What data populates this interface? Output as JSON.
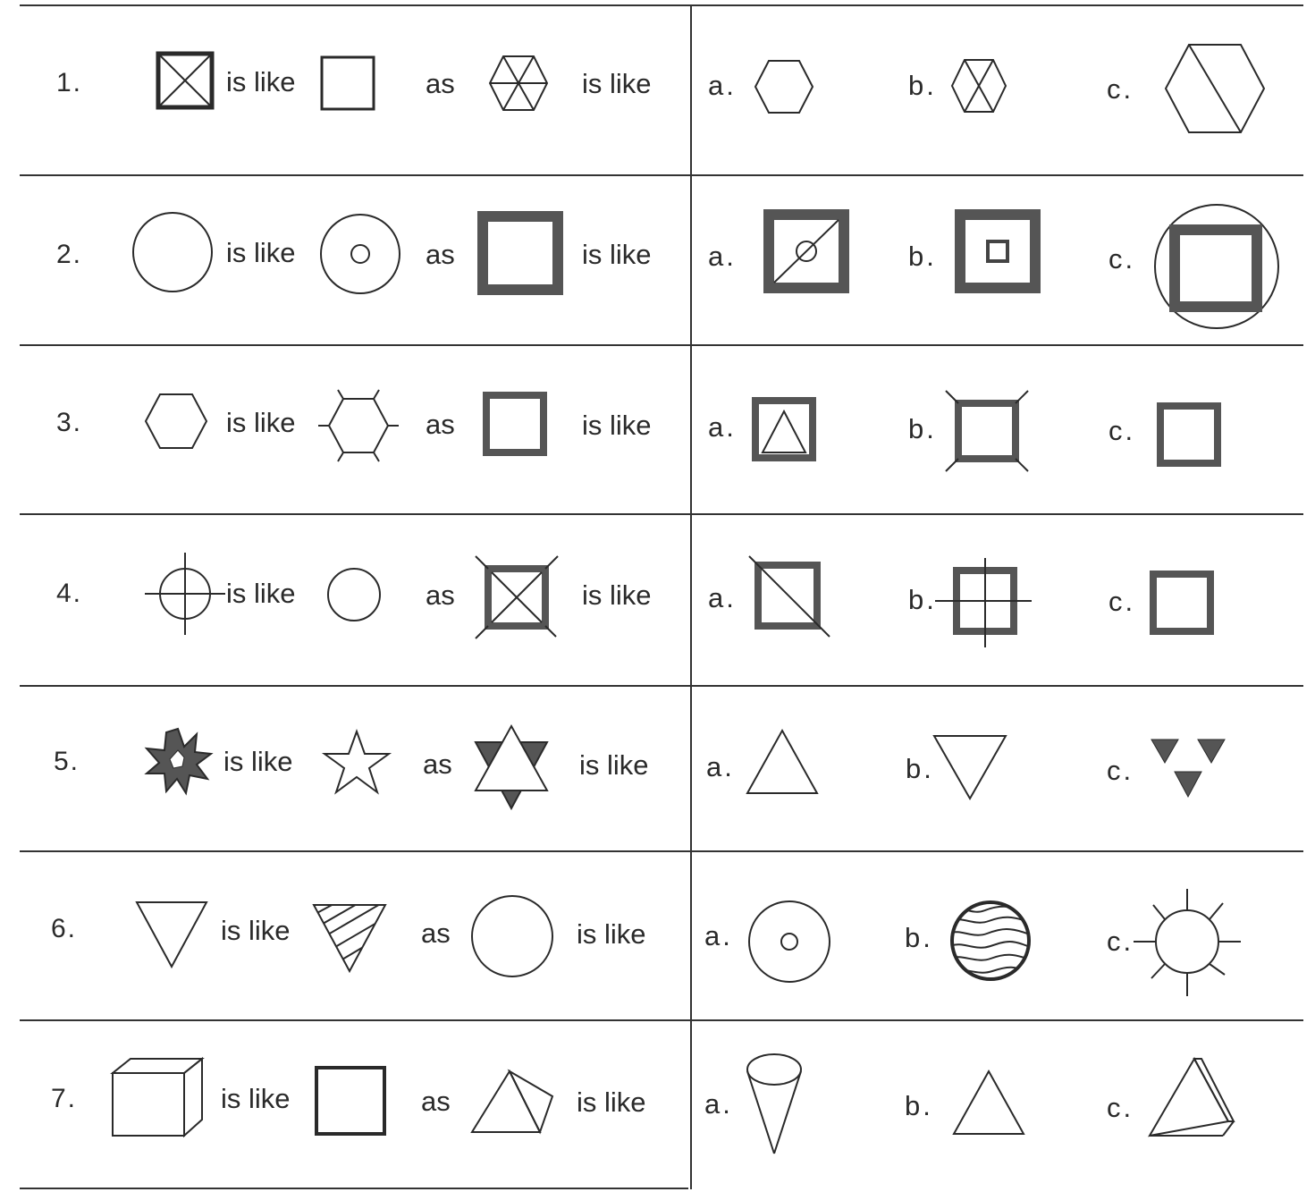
{
  "phrases": {
    "is_like": "is like",
    "as": "as"
  },
  "rows": [
    {
      "number": "1.",
      "options": [
        "a.",
        "b.",
        "c."
      ]
    },
    {
      "number": "2.",
      "options": [
        "a.",
        "b.",
        "c."
      ]
    },
    {
      "number": "3.",
      "options": [
        "a.",
        "b.",
        "c."
      ]
    },
    {
      "number": "4.",
      "options": [
        "a.",
        "b.",
        "c."
      ]
    },
    {
      "number": "5.",
      "options": [
        "a.",
        "b.",
        "c."
      ]
    },
    {
      "number": "6.",
      "options": [
        "a.",
        "b.",
        "c."
      ]
    },
    {
      "number": "7.",
      "options": [
        "a.",
        "b.",
        "c."
      ]
    }
  ],
  "colors": {
    "ink": "#2a2a2a",
    "fill": "#555555"
  }
}
